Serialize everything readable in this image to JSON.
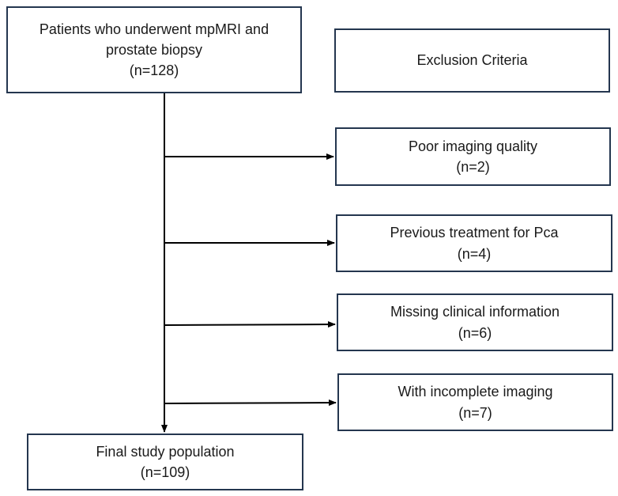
{
  "start": {
    "line1": "Patients who underwent mpMRI and",
    "line2": "prostate biopsy",
    "line3": "(n=128)"
  },
  "exclusion_header": "Exclusion Criteria",
  "exclusions": [
    {
      "label": "Poor imaging quality",
      "count": "(n=2)"
    },
    {
      "label": "Previous treatment for Pca",
      "count": "(n=4)"
    },
    {
      "label": "Missing clinical information",
      "count": "(n=6)"
    },
    {
      "label": "With incomplete imaging",
      "count": "(n=7)"
    }
  ],
  "final": {
    "label": "Final study population",
    "count": "(n=109)"
  },
  "colors": {
    "border": "#24364f",
    "arrow": "#000000",
    "text": "#1a1a1a"
  }
}
